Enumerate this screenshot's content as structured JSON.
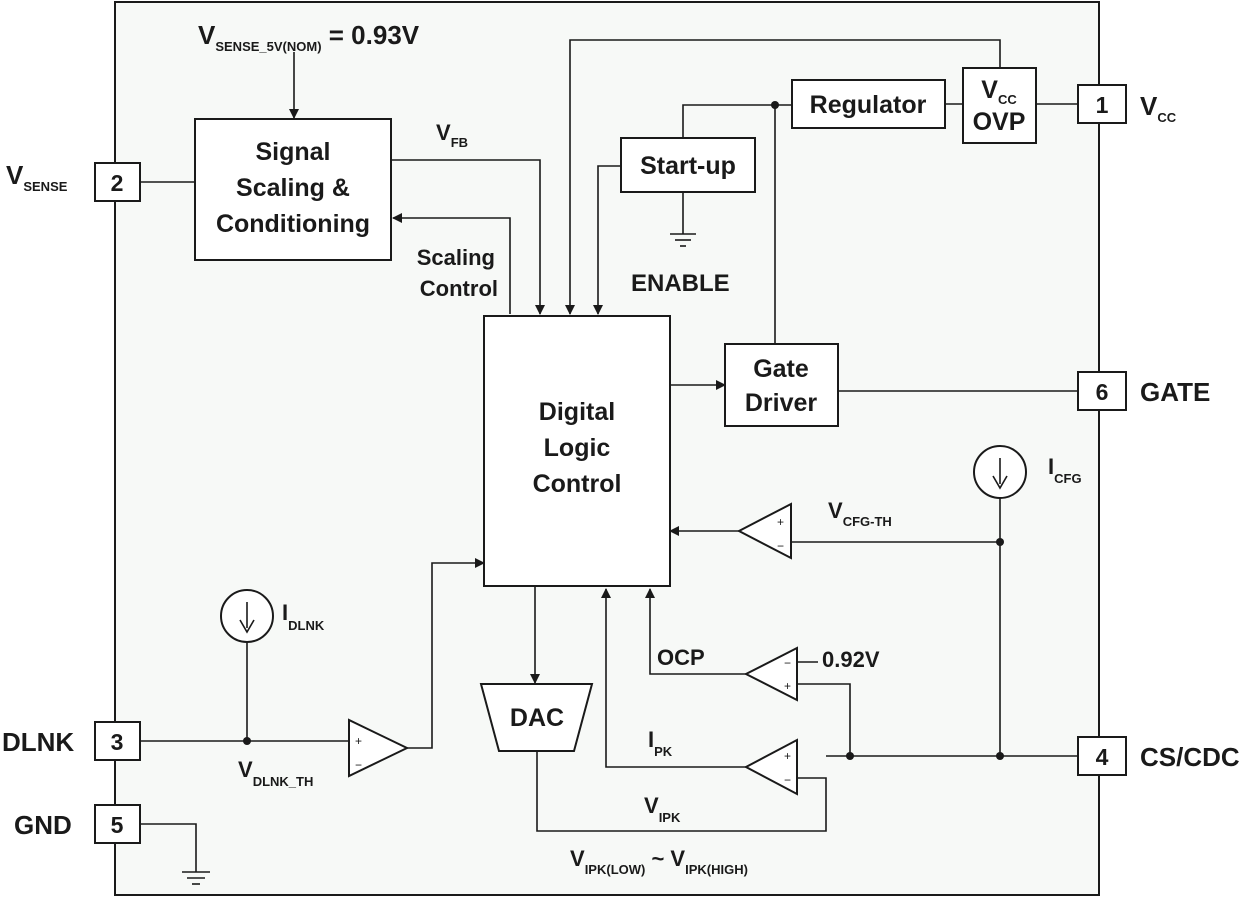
{
  "blocks": {
    "signal_scaling": [
      "Signal",
      "Scaling &",
      "Conditioning"
    ],
    "digital_logic": [
      "Digital",
      "Logic",
      "Control"
    ],
    "gate_driver": [
      "Gate",
      "Driver"
    ],
    "regulator": "Regulator",
    "startup": "Start-up",
    "dac": "DAC",
    "vcc_ovp": {
      "v": "V",
      "sub": "CC",
      "ovp": "OVP"
    }
  },
  "pins": [
    {
      "num": "1",
      "name": "V",
      "sub": "CC"
    },
    {
      "num": "2",
      "name": "V",
      "sub": "SENSE"
    },
    {
      "num": "3",
      "name": "DLNK",
      "sub": ""
    },
    {
      "num": "4",
      "name": "CS/CDC",
      "sub": ""
    },
    {
      "num": "5",
      "name": "GND",
      "sub": ""
    },
    {
      "num": "6",
      "name": "GATE",
      "sub": ""
    }
  ],
  "labels": {
    "vsense_nom": {
      "v": "V",
      "sub": "SENSE_5V(NOM)",
      "rest": " = 0.93V"
    },
    "vfb": {
      "v": "V",
      "sub": "FB"
    },
    "scaling_control": [
      "Scaling",
      "Control"
    ],
    "enable": "ENABLE",
    "icfg": {
      "v": "I",
      "sub": "CFG"
    },
    "vcfg_th": {
      "v": "V",
      "sub": "CFG-TH"
    },
    "idlnk": {
      "v": "I",
      "sub": "DLNK"
    },
    "vdlnk_th": {
      "v": "V",
      "sub": "DLNK_TH"
    },
    "ocp": "OCP",
    "ocp_ref": "0.92V",
    "ipk": {
      "v": "I",
      "sub": "PK"
    },
    "vipk": {
      "v": "V",
      "sub": "IPK"
    },
    "vipk_range": {
      "v1": "V",
      "sub1": "IPK(LOW)",
      "mid": " ~ ",
      "v2": "V",
      "sub2": "IPK(HIGH)"
    }
  },
  "comparator_signs": {
    "plus": "+",
    "minus": "−"
  }
}
